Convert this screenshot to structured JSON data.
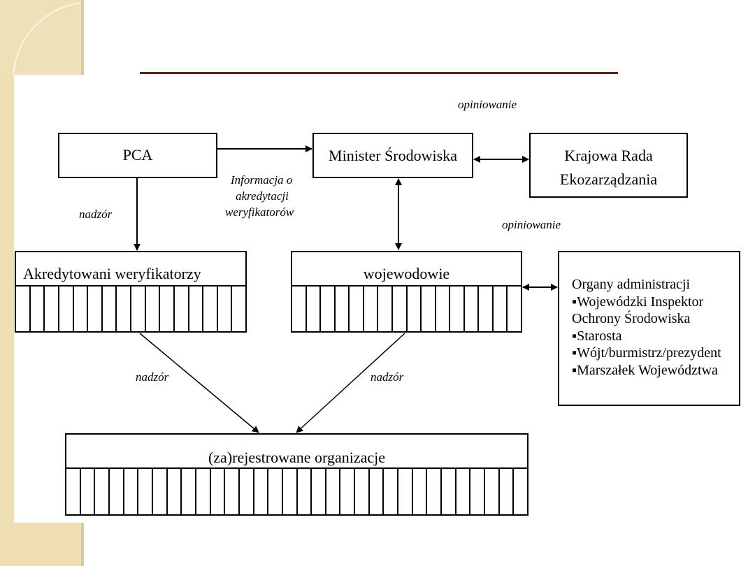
{
  "slide": {
    "title_rule_color": "#5a2414",
    "background_accent": "#f0dfb3"
  },
  "diagram": {
    "nodes": {
      "pca": "PCA",
      "minister": "Minister Środowiska",
      "krajowa_line1": "Krajowa Rada",
      "krajowa_line2": "Ekozarządzania",
      "akredytowani": "Akredytowani weryfikatorzy",
      "wojewodowie": "wojewodowie",
      "organizacje": "(za)rejestrowane organizacje",
      "organy": {
        "heading": "Organy administracji",
        "items": [
          "Wojewódzki Inspektor",
          "Ochrony Środowiska",
          "Starosta",
          "Wójt/burmistrz/prezydent",
          "Marszałek Województwa"
        ]
      }
    },
    "edge_labels": {
      "opiniowanie_top": "opiniowanie",
      "opiniowanie_mid": "opiniowanie",
      "nadzor_pca": "nadzór",
      "informacja_line1": "Informacja o",
      "informacja_line2": "akredytacji",
      "informacja_line3": "weryfikatorów",
      "nadzor_left": "nadzór",
      "nadzor_right": "nadzór"
    },
    "cell_counts": {
      "akredytowani": 16,
      "wojewodowie": 16,
      "organizacje": 32
    }
  }
}
